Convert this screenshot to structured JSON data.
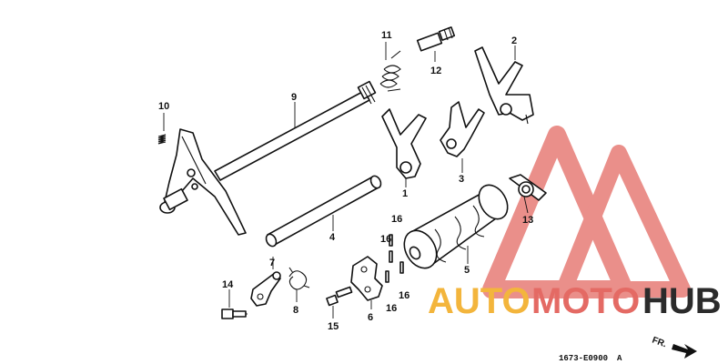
{
  "diagram_code": "1673-E0900",
  "diagram_code_suffix": "A",
  "direction_label": "FR.",
  "watermark": {
    "part1": "AUTO",
    "part2": "MOTO",
    "part3": "HUB",
    "color_orange": "#f3b53c",
    "color_red": "#e46a64",
    "color_dark": "#2b2b2b"
  },
  "callouts": [
    "1",
    "2",
    "3",
    "4",
    "5",
    "6",
    "7",
    "8",
    "9",
    "10",
    "11",
    "12",
    "13",
    "14",
    "15",
    "16"
  ],
  "labels": {
    "n1": "1",
    "n2": "2",
    "n3": "3",
    "n4": "4",
    "n5": "5",
    "n6": "6",
    "n7": "7",
    "n8": "8",
    "n9": "9",
    "n10": "10",
    "n11": "11",
    "n12": "12",
    "n13": "13",
    "n14": "14",
    "n15": "15",
    "n16a": "16",
    "n16b": "16",
    "n16c": "16",
    "n16d": "16"
  }
}
